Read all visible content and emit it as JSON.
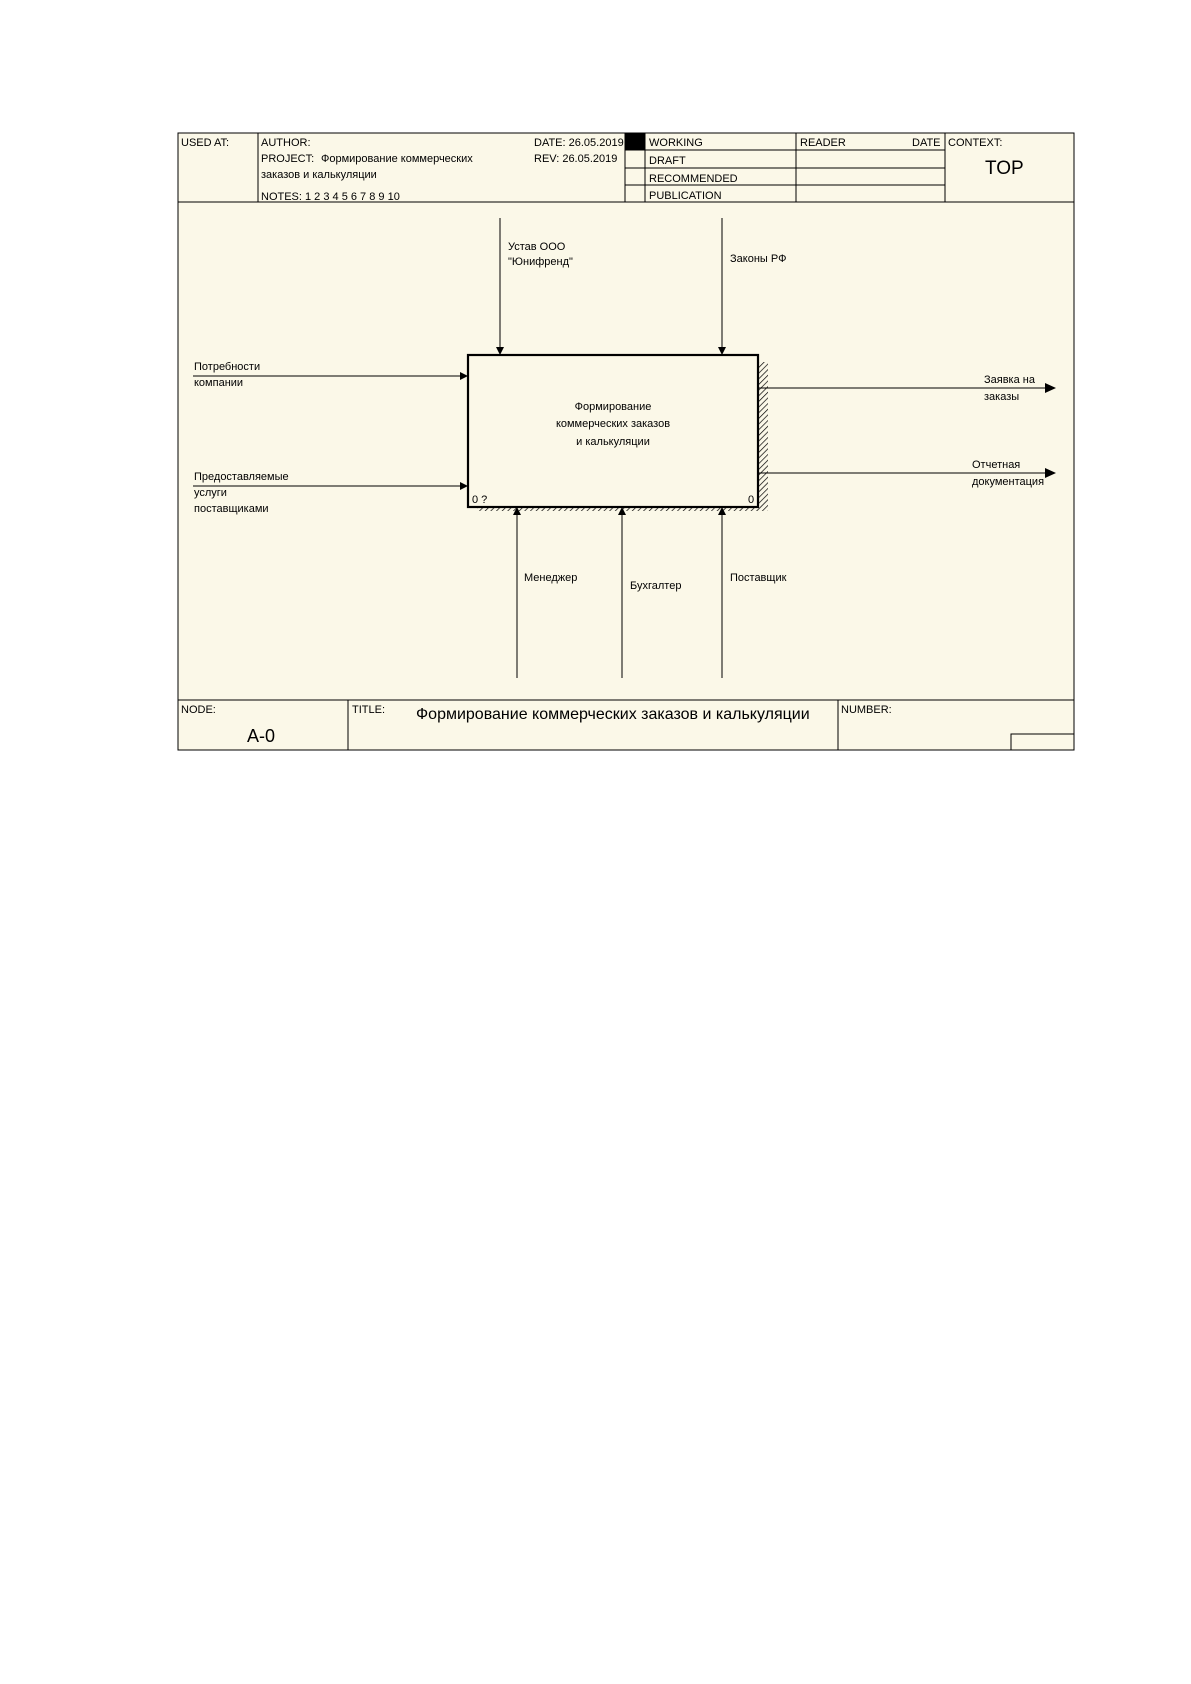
{
  "header": {
    "used_at": "USED AT:",
    "author": "AUTHOR:",
    "project_label": "PROJECT:",
    "project_line1": "Формирование коммерческих",
    "project_line2": "заказов и калькуляции",
    "notes": "NOTES:  1  2  3  4  5  6  7  8  9  10",
    "date": "DATE: 26.05.2019",
    "rev": "REV:   26.05.2019",
    "status": [
      "WORKING",
      "DRAFT",
      "RECOMMENDED",
      "PUBLICATION"
    ],
    "reader": "READER",
    "reader_date": "DATE",
    "context_label": "CONTEXT:",
    "context_value": "TOP"
  },
  "activity": {
    "title_lines": [
      "Формирование",
      "коммерческих заказов",
      "и калькуляции"
    ],
    "node_left": "0 ?",
    "node_right": "0"
  },
  "arrows": {
    "inputs": [
      {
        "name": "need",
        "lines": [
          "Потребности",
          "компании"
        ]
      },
      {
        "name": "services",
        "lines": [
          "Предоставляемые",
          "услуги",
          "поставщиками"
        ]
      }
    ],
    "controls": [
      {
        "name": "charter",
        "lines": [
          "Устав ООО",
          "\"Юнифренд\""
        ]
      },
      {
        "name": "laws",
        "lines": [
          "Законы РФ"
        ]
      }
    ],
    "outputs": [
      {
        "name": "order-request",
        "lines": [
          "Заявка на",
          "заказы"
        ]
      },
      {
        "name": "reporting",
        "lines": [
          "Отчетная",
          "документация"
        ]
      }
    ],
    "mechanisms": [
      {
        "name": "manager",
        "lines": [
          "Менеджер"
        ]
      },
      {
        "name": "accountant",
        "lines": [
          "Бухгалтер"
        ]
      },
      {
        "name": "supplier",
        "lines": [
          "Поставщик"
        ]
      }
    ]
  },
  "footer": {
    "node_label": "NODE:",
    "node_value": "A-0",
    "title_label": "TITLE:",
    "title_value": "Формирование коммерческих заказов и калькуляции",
    "number_label": "NUMBER:"
  },
  "colors": {
    "sheet_bg": "#fbf8e8",
    "line": "#000000"
  }
}
